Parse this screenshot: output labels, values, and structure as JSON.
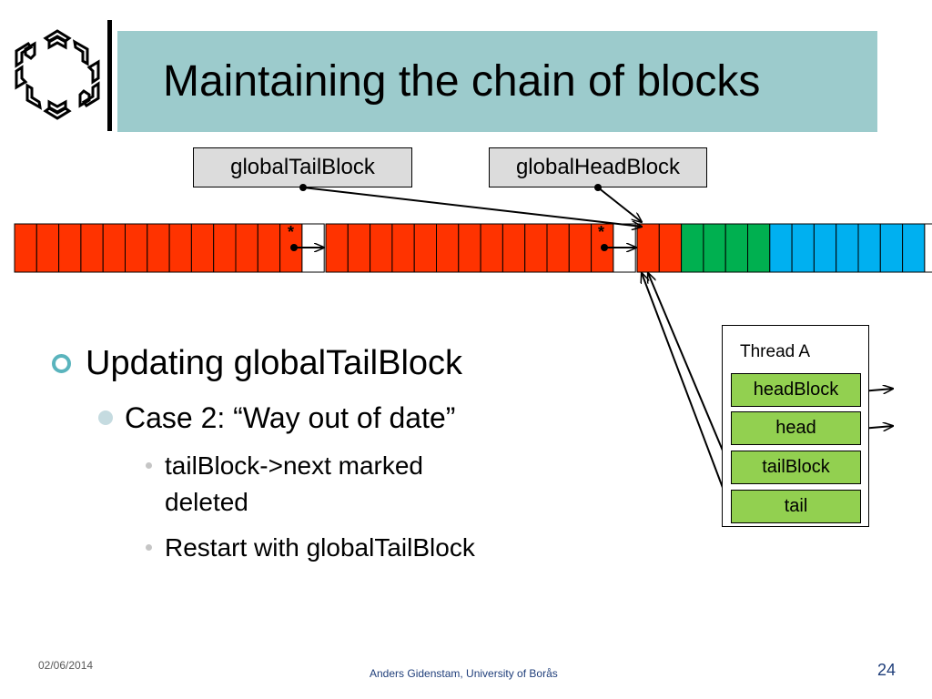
{
  "slide": {
    "title": "Maintaining the chain of blocks",
    "footer": {
      "date": "02/06/2014",
      "author": "Anders Gidenstam, University of Borås",
      "page": "24"
    }
  },
  "diagram": {
    "labels": {
      "global_tail": "globalTailBlock",
      "global_head": "globalHeadBlock"
    },
    "block_mark": "*",
    "colors": {
      "red": "#ff3300",
      "green": "#00b050",
      "blue": "#00b0f0",
      "white": "#ffffff",
      "label_bg": "#dcdcdc",
      "thread_box": "#92d050",
      "title_band": "#9ccbcc"
    },
    "blocks": [
      {
        "cells": [
          "red",
          "red",
          "red",
          "red",
          "red",
          "red",
          "red",
          "red",
          "red",
          "red",
          "red",
          "red",
          "red",
          "white"
        ],
        "mark": true
      },
      {
        "cells": [
          "red",
          "red",
          "red",
          "red",
          "red",
          "red",
          "red",
          "red",
          "red",
          "red",
          "red",
          "red",
          "red",
          "white"
        ],
        "mark": true
      },
      {
        "cells": [
          "red",
          "red",
          "green",
          "green",
          "green",
          "green",
          "blue",
          "blue",
          "blue",
          "blue",
          "blue",
          "blue",
          "blue",
          "white"
        ],
        "mark": false
      }
    ],
    "thread": {
      "title": "Thread A",
      "fields": [
        "headBlock",
        "head",
        "tailBlock",
        "tail"
      ]
    }
  },
  "bullets": {
    "level1": "Updating globalTailBlock",
    "level2": "Case 2: “Way out of date”",
    "level3": [
      "tailBlock->next marked deleted",
      "Restart with globalTailBlock"
    ],
    "level3_lines": [
      "tailBlock->next marked",
      "deleted"
    ]
  }
}
